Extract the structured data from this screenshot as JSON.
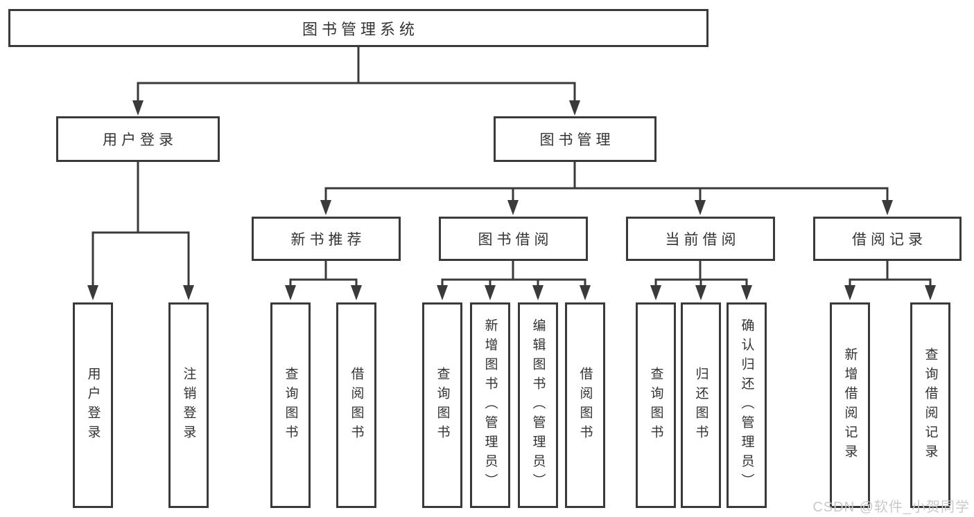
{
  "diagram": {
    "root": {
      "label": "图书管理系统"
    },
    "user_login": {
      "label": "用户登录",
      "leaves": [
        {
          "label": "用户登录"
        },
        {
          "label": "注销登录"
        }
      ]
    },
    "book_mgmt": {
      "label": "图书管理",
      "groups": [
        {
          "label": "新书推荐",
          "leaves": [
            {
              "label": "查询图书"
            },
            {
              "label": "借阅图书"
            }
          ]
        },
        {
          "label": "图书借阅",
          "leaves": [
            {
              "label": "查询图书"
            },
            {
              "label": "新增图书（管理员）"
            },
            {
              "label": "编辑图书（管理员）"
            },
            {
              "label": "借阅图书"
            }
          ]
        },
        {
          "label": "当前借阅",
          "leaves": [
            {
              "label": "查询图书"
            },
            {
              "label": "归还图书"
            },
            {
              "label": "确认归还（管理员）"
            }
          ]
        },
        {
          "label": "借阅记录",
          "leaves": [
            {
              "label": "新增借阅记录"
            },
            {
              "label": "查询借阅记录"
            }
          ]
        }
      ]
    }
  },
  "watermark": {
    "text": "CSDN @软件_小贺同学"
  },
  "colors": {
    "line": "#3a3a3a",
    "box_border": "#3a3a3a",
    "text": "#333333",
    "watermark": "#c9c9c9",
    "background": "#ffffff"
  }
}
